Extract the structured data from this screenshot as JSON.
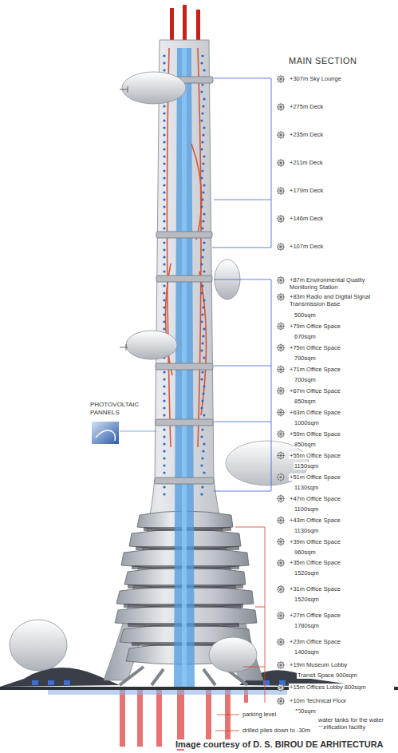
{
  "diagram": {
    "title": "MAIN SECTION",
    "caption": "Image courtesy of D. S. BIROU DE ARHITECTURA",
    "labels": [
      "+307m Sky Lounge",
      "+275m Deck",
      "+235m Deck",
      "+211m Deck",
      "+179m Deck",
      "+146m Deck",
      "+107m Deck",
      "+87m Environmental Quality Monitoring Station",
      "+83m Radio and Digital Signal Transmission Base",
      "500sqm",
      "+79m Office Space",
      "670sqm",
      "+75m Office Space",
      "790sqm",
      "+71m Office Space",
      "700sqm",
      "+67m Office Space",
      "850sqm",
      "+63m Office Space",
      "1000sqm",
      "+59m Office Space",
      "850sqm",
      "+55m Office Space",
      "1150sqm",
      "+51m Office Space",
      "1130sqm",
      "+47m Office Space",
      "1100sqm",
      "+43m Office Space",
      "1130sqm",
      "+39m Office Space",
      "960sqm",
      "+35m Office Space",
      "1520sqm",
      "+31m Office Space",
      "1520sqm",
      "+27m Office Space",
      "1780sqm",
      "+23m Office Space",
      "1400sqm",
      "+19m Museum Lobby",
      "Transit Space 900sqm",
      "+15m Offices Lobby 800sqm",
      "+10m Technical Floor",
      "400sqm",
      "PHOTOVOLTAIC PANNELS",
      "water tanks for the water purification facility",
      "parking level",
      "drilled piles down to -30m"
    ]
  }
}
